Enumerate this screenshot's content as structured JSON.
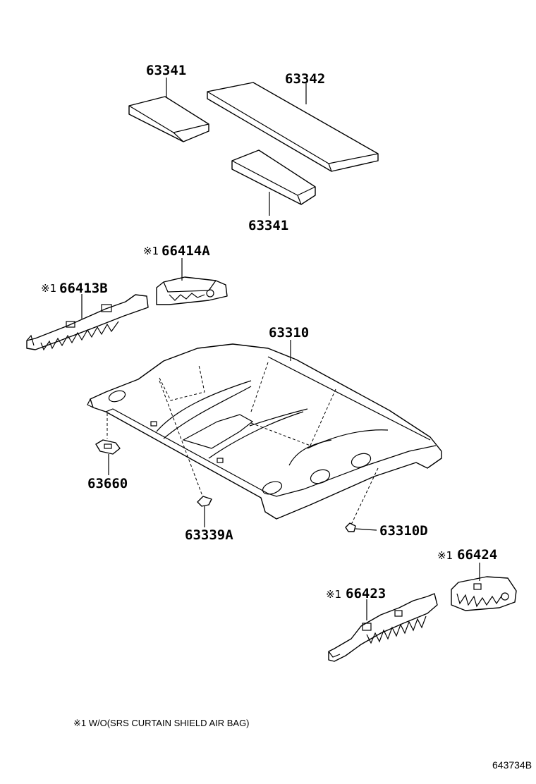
{
  "labels": {
    "p63341_top": "63341",
    "p63342": "63342",
    "p63341_bottom": "63341",
    "p66414a": "66414A",
    "p66413b": "66413B",
    "p63310": "63310",
    "p63660": "63660",
    "p63339a": "63339A",
    "p63310d": "63310D",
    "p66424": "66424",
    "p66423": "66423"
  },
  "marks": {
    "symbol": "※1"
  },
  "footnote": "※1 W/O(SRS CURTAIN SHIELD AIR BAG)",
  "figure_code": "643734B"
}
